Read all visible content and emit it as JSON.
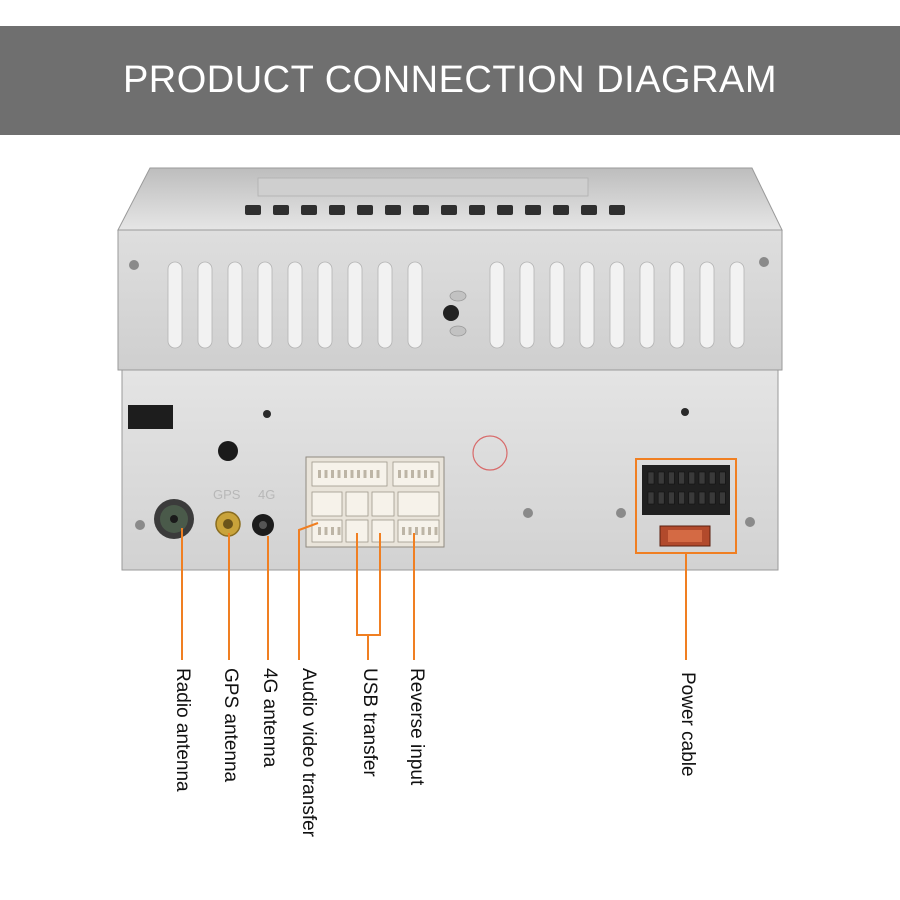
{
  "header": {
    "title": "PRODUCT CONNECTION DIAGRAM"
  },
  "device": {
    "port_labels": {
      "gps": "GPS",
      "fourg": "4G"
    }
  },
  "callouts": [
    {
      "label": "Radio antenna"
    },
    {
      "label": "GPS antenna"
    },
    {
      "label": "4G antenna"
    },
    {
      "label": "Audio video transfer"
    },
    {
      "label": "USB transfer"
    },
    {
      "label": "Reverse input"
    },
    {
      "label": "Power cable"
    }
  ],
  "colors": {
    "banner": "#6f6f6f",
    "callout_line": "#f07f22",
    "chassis": "#d8d8d8"
  }
}
